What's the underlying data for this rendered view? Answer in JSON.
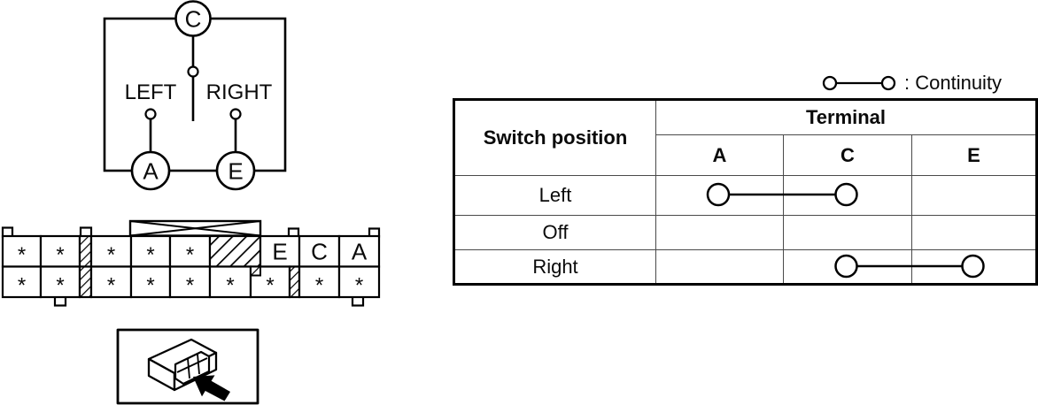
{
  "diagram": {
    "circuit": {
      "top_terminal": "C",
      "left_label": "LEFT",
      "right_label": "RIGHT",
      "left_terminal": "A",
      "right_terminal": "E"
    },
    "connector": {
      "top_row_labels": [
        "*",
        "*",
        "*",
        "*",
        "*",
        "E",
        "C",
        "A"
      ],
      "bottom_row_labels": [
        "*",
        "*",
        "*",
        "*",
        "*",
        "*",
        "*",
        "*",
        "*"
      ]
    }
  },
  "legend": {
    "label": ": Continuity"
  },
  "table": {
    "col1_header": "Switch position",
    "group_header": "Terminal",
    "terminal_headers": [
      "A",
      "C",
      "E"
    ],
    "rows": [
      {
        "position": "Left",
        "continuity": [
          "A",
          "C"
        ]
      },
      {
        "position": "Off",
        "continuity": []
      },
      {
        "position": "Right",
        "continuity": [
          "C",
          "E"
        ]
      }
    ]
  },
  "colors": {
    "ink": "#000000",
    "grid": "#4a4a4a",
    "background": "#ffffff"
  }
}
